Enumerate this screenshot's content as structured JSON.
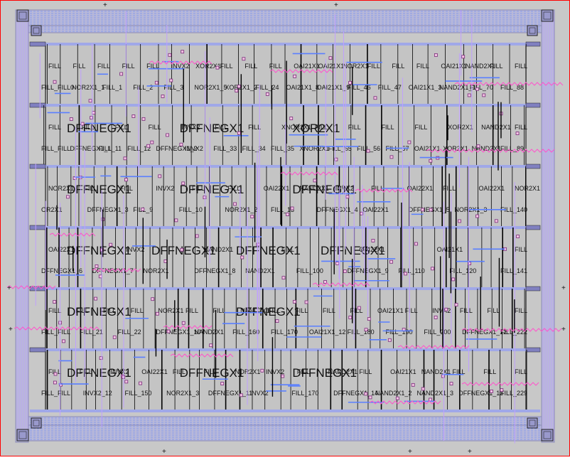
{
  "layout_viewer": {
    "colors": {
      "background": "#c8c8c8",
      "frame": "#ff0000",
      "power_rail": "#8a8ab8",
      "metal1_blue": "#5a7fff",
      "metal2_pink": "#ff55cc",
      "poly_lavender": "#c0a0ff",
      "cell_boundary": "#000000",
      "contact_purple": "#7a2a7a"
    },
    "rows": [
      {
        "upper": [
          "FILL",
          "FILL",
          "FILL",
          "FILL",
          "FILL",
          "INVX2",
          "XOR2X1",
          "FILL",
          "FILL",
          "FILL",
          "OAI21X1",
          "OAI21X1",
          "NOR2X1",
          "FILL",
          "FILL",
          "FILL",
          "OAI21X1",
          "NAND2X1",
          "FILL",
          "FILL"
        ],
        "big": [],
        "lower": [
          "FILL_FILL0",
          "NOR2X1_1",
          "FILL_1",
          "FILL_2",
          "FILL_3",
          "NOR2X1_5",
          "XOR2X1_2",
          "FILL_24",
          "OAI21X1_8",
          "OAI21X1_9",
          "FILL_46",
          "FILL_47",
          "OAI21X1_3",
          "NAND2X1_1",
          "FILL_70",
          "FILL_88"
        ]
      },
      {
        "upper": [
          "FILL",
          "FILL",
          "FILL",
          "FILL",
          "INVX2",
          "FILL",
          "FILL",
          "XNOR2X1",
          "FILL",
          "FILL",
          "FILL",
          "FILL",
          "XOR2X1",
          "NAND2X1",
          "FILL"
        ],
        "big": [
          "DFFNEGX1",
          "DFFNEGX1",
          "XOR2X1"
        ],
        "lower": [
          "FILL_FILL",
          "DFFNEGX1_1",
          "FILL_11",
          "FILL_12",
          "DFFNEGX1_2",
          "INVX2",
          "FILL_33",
          "FILL_34",
          "FILL_35",
          "XNOR2X1",
          "FILL_55",
          "FILL_56",
          "FILL_57",
          "OAI21X1",
          "XOR2X1",
          "NAND2X1",
          "FILL_89"
        ]
      },
      {
        "upper": [
          "NOR2X1",
          "FILL",
          "FILL",
          "INVX2",
          "FILL",
          "FILL",
          "OAI22X1",
          "NAND2X1",
          "INVX2",
          "FILL",
          "OAI22X1",
          "FILL",
          "OAI22X1",
          "NOR2X1"
        ],
        "big": [
          "DFFNEGX1",
          "DFFNEGX1",
          "DFFNEGX1"
        ],
        "lower": [
          "OR2X1",
          "DFFNEGX1_3",
          "FILL_9",
          "FILL_10",
          "NOR2X1_2",
          "FILL_13",
          "DFFNEGX1_4",
          "OAI22X1",
          "DFFNEGX1_5",
          "NOR2X1_3",
          "FILL_140"
        ]
      },
      {
        "upper": [
          "OAI22X1",
          "INVX2",
          "NAND2X1",
          "FILL",
          "OAI22X1",
          "OAI21X1",
          "FILL"
        ],
        "big": [
          "DFFNEGX1",
          "DFFNEGX1",
          "DFFNEGX1",
          "DFFNEGX1"
        ],
        "lower": [
          "DFFNEGX1_6",
          "DFFNEGX1_7",
          "NOR2X1",
          "DFFNEGX1_8",
          "NAND2X1",
          "FILL_100",
          "DFFNEGX1_9",
          "FILL_110",
          "FILL_120",
          "FILL_141"
        ]
      },
      {
        "upper": [
          "FILL",
          "FILL",
          "FILL",
          "FILL",
          "NOR2X1",
          "FILL",
          "FILL",
          "NAND2X1",
          "FILL",
          "FILL",
          "FILL",
          "FILL",
          "OAI21X1",
          "FILL",
          "INVX2",
          "FILL",
          "FILL",
          "FILL"
        ],
        "big": [
          "DFFNEGX1",
          "DFFNEGX1"
        ],
        "lower": [
          "FILL_FILL",
          "FILL_21",
          "FILL_22",
          "DFFNEGX1_10",
          "NAND2X1",
          "FILL_160",
          "FILL_170",
          "OAI21X1_12",
          "FILL_180",
          "FILL_190",
          "FILL_200",
          "DFFNEGX1_12",
          "FILL_222"
        ]
      },
      {
        "upper": [
          "FILL",
          "FILL",
          "INVX2",
          "OAI22X1",
          "FILL",
          "FILL",
          "NOR2X1",
          "INVX2",
          "FILL",
          "NAND2X1",
          "FILL",
          "OAI21X1",
          "NAND2X1",
          "FILL",
          "FILL",
          "FILL"
        ],
        "big": [
          "DFFNEGX1",
          "DFFNEGX1",
          "DFFNEGX1"
        ],
        "lower": [
          "FILL_FILL",
          "INVX2_12",
          "FILL_150",
          "NOR2X1_3",
          "DFFNEGX1_11",
          "INVX2",
          "FILL_170",
          "DFFNEGX1_14",
          "NAND2X1_2",
          "NAND2X1_3",
          "DFFNEGX1_13",
          "FILL_229"
        ]
      }
    ]
  }
}
